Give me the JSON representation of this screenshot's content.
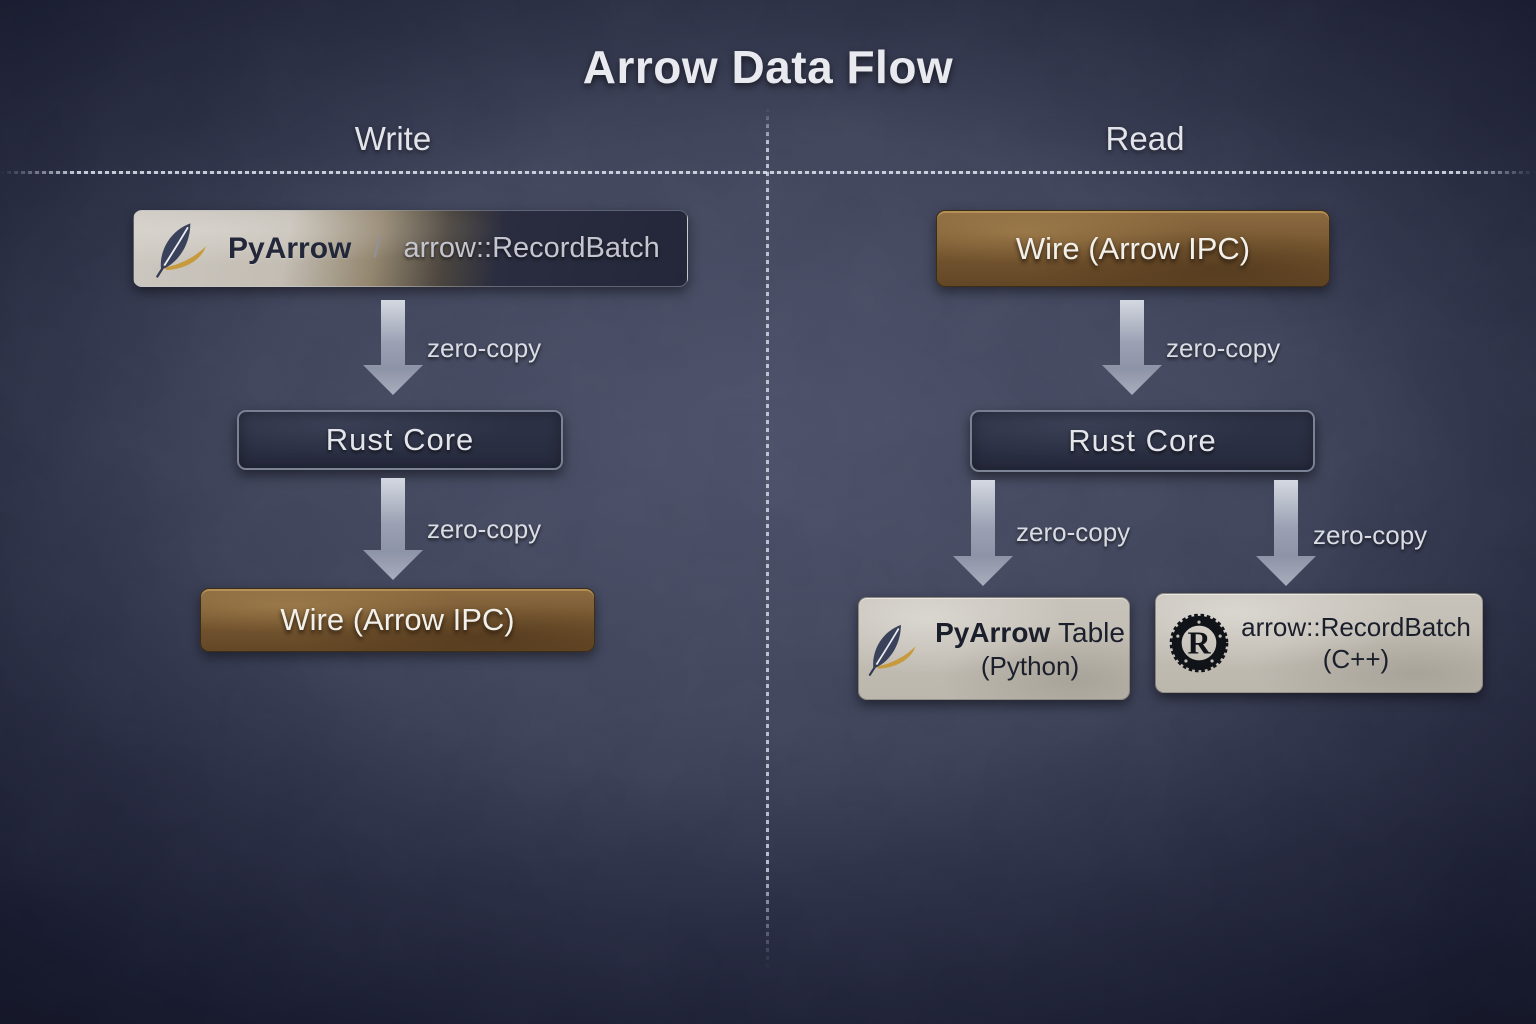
{
  "title": "Arrow Data Flow",
  "write_column": {
    "header": "Write",
    "source_box": {
      "product": "PyArrow",
      "separator": "/",
      "type_name": "arrow::RecordBatch"
    },
    "arrow_to_core_label": "zero-copy",
    "core_box": "Rust Core",
    "arrow_to_wire_label": "zero-copy",
    "wire_box": "Wire (Arrow IPC)"
  },
  "read_column": {
    "header": "Read",
    "wire_box": "Wire (Arrow IPC)",
    "arrow_to_core_label": "zero-copy",
    "core_box": "Rust Core",
    "arrow_to_python_label": "zero-copy",
    "arrow_to_cpp_label": "zero-copy",
    "python_box": {
      "product": "PyArrow",
      "suffix": "Table",
      "runtime": "(Python)"
    },
    "cpp_box": {
      "type_name": "arrow::RecordBatch",
      "runtime": "(C++)"
    }
  },
  "icons": {
    "pyarrow_feather": "pyarrow-feather-icon",
    "rust_gear": "rust-gear-icon",
    "rust_letter": "R"
  },
  "colors": {
    "background_center": "#4b5068",
    "background_edge": "#232740",
    "wire_box_brown": "#74552f",
    "core_box_navy": "#2b3044",
    "light_box_gray": "#c2bdb4",
    "arrow_gray": "#a8aebd",
    "text_light": "#e3e5eb",
    "text_dark": "#1b1f2c",
    "feather_navy": "#3a415a",
    "feather_gold": "#c79a3e"
  }
}
